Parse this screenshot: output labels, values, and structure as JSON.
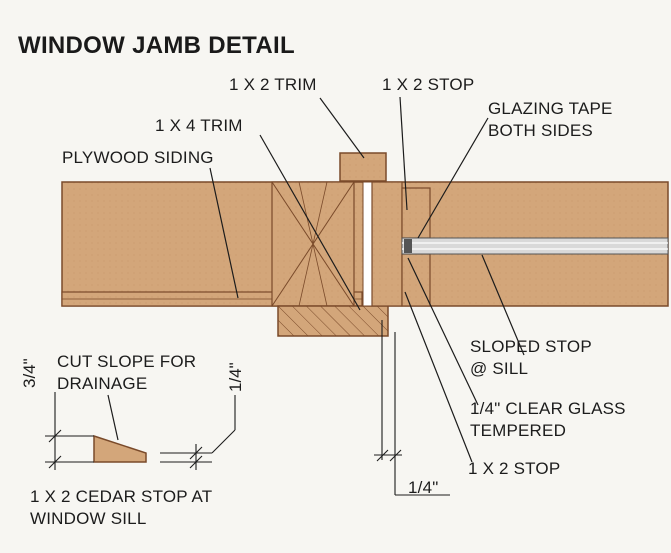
{
  "title": "WINDOW JAMB DETAIL",
  "labels": {
    "trim_1x2": "1 X 2 TRIM",
    "stop_1x2_top": "1 X 2 STOP",
    "glazing_tape_line1": "GLAZING TAPE",
    "glazing_tape_line2": "BOTH SIDES",
    "trim_1x4": "1 X 4 TRIM",
    "plywood_siding": "PLYWOOD SIDING",
    "cut_slope_line1": "CUT SLOPE FOR",
    "cut_slope_line2": "DRAINAGE",
    "dim_3_4": "3/4\"",
    "dim_1_4_vertical": "1/4\"",
    "sloped_stop_line1": "SLOPED STOP",
    "sloped_stop_line2": "@ SILL",
    "clear_glass_line1": "1/4\" CLEAR GLASS",
    "clear_glass_line2": "TEMPERED",
    "dim_1_4_bottom": "1/4\"",
    "stop_1x2_bottom": "1 X 2 STOP",
    "cedar_stop_line1": "1 X 2 CEDAR STOP AT",
    "cedar_stop_line2": "WINDOW SILL"
  },
  "colors": {
    "wood": "#d3a67a",
    "wood_dark": "#7a4a2a",
    "ink": "#1c1c1c",
    "glass": "#c9c9c9",
    "background": "#f7f6f2"
  }
}
